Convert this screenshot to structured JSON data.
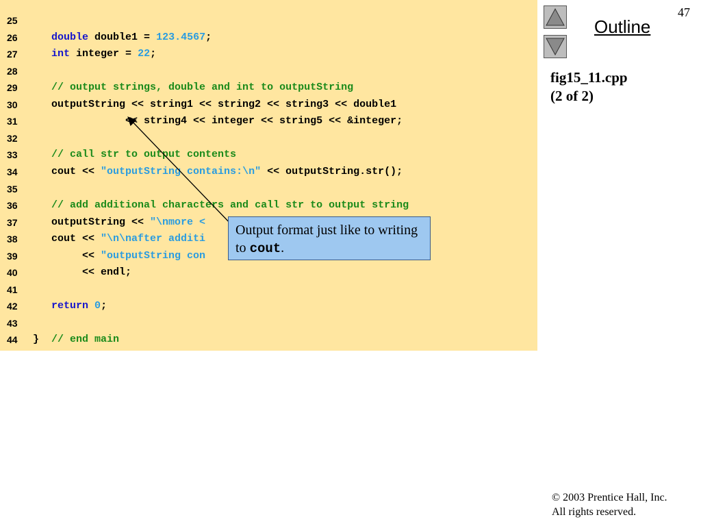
{
  "slide": {
    "page_number": "47",
    "outline_label": "Outline",
    "file_name": "fig15_11.cpp",
    "part_label": "(2 of 2)",
    "copyright_symbol": "©",
    "copyright_text": " 2003 Prentice Hall, Inc.",
    "rights_text": "All rights reserved."
  },
  "navigation": {
    "up_icon": "triangle-up-icon",
    "down_icon": "triangle-down-icon"
  },
  "code": {
    "lines": [
      {
        "n": "25",
        "tokens": []
      },
      {
        "n": "26",
        "tokens": [
          [
            "t",
            "   "
          ],
          [
            "kw",
            "double"
          ],
          [
            "t",
            " double1 = "
          ],
          [
            "num",
            "123.4567"
          ],
          [
            "t",
            ";"
          ]
        ]
      },
      {
        "n": "27",
        "tokens": [
          [
            "t",
            "   "
          ],
          [
            "kw",
            "int"
          ],
          [
            "t",
            " integer = "
          ],
          [
            "num",
            "22"
          ],
          [
            "t",
            ";"
          ]
        ]
      },
      {
        "n": "28",
        "tokens": []
      },
      {
        "n": "29",
        "tokens": [
          [
            "t",
            "   "
          ],
          [
            "cmt",
            "// output strings, double and int to outputString"
          ]
        ]
      },
      {
        "n": "30",
        "tokens": [
          [
            "t",
            "   outputString << string1 << string2 << string3 << double1"
          ]
        ]
      },
      {
        "n": "31",
        "tokens": [
          [
            "t",
            "               << string4 << integer << string5 << &integer;"
          ]
        ]
      },
      {
        "n": "32",
        "tokens": []
      },
      {
        "n": "33",
        "tokens": [
          [
            "t",
            "   "
          ],
          [
            "cmt",
            "// call str to output contents"
          ]
        ]
      },
      {
        "n": "34",
        "tokens": [
          [
            "t",
            "   cout << "
          ],
          [
            "str",
            "\"outputString contains:\\n\""
          ],
          [
            "t",
            " << outputString.str();"
          ]
        ]
      },
      {
        "n": "35",
        "tokens": []
      },
      {
        "n": "36",
        "tokens": [
          [
            "t",
            "   "
          ],
          [
            "cmt",
            "// add additional characters and call str to output string"
          ]
        ]
      },
      {
        "n": "37",
        "tokens": [
          [
            "t",
            "   outputString << "
          ],
          [
            "str",
            "\"\\nmore <"
          ]
        ]
      },
      {
        "n": "38",
        "tokens": [
          [
            "t",
            "   cout << "
          ],
          [
            "str",
            "\"\\n\\nafter additi"
          ]
        ]
      },
      {
        "n": "39",
        "tokens": [
          [
            "t",
            "        << "
          ],
          [
            "str",
            "\"outputString con"
          ],
          [
            "t",
            "                                 ()"
          ]
        ]
      },
      {
        "n": "40",
        "tokens": [
          [
            "t",
            "        << endl;"
          ]
        ]
      },
      {
        "n": "41",
        "tokens": []
      },
      {
        "n": "42",
        "tokens": [
          [
            "t",
            "   "
          ],
          [
            "kw",
            "return"
          ],
          [
            "t",
            " "
          ],
          [
            "num",
            "0"
          ],
          [
            "t",
            ";"
          ]
        ]
      },
      {
        "n": "43",
        "tokens": []
      },
      {
        "n": "44",
        "tokens": [
          [
            "t",
            "}  "
          ],
          [
            "cmt",
            "// end main"
          ]
        ]
      }
    ]
  },
  "callout": {
    "text_before": "Output format just like to writing to ",
    "code_word": "cout",
    "text_after": "."
  },
  "colors": {
    "code_background": "#ffe6a0",
    "keyword": "#1515cc",
    "literal": "#2a9ce0",
    "comment": "#1a8a1a",
    "callout_background": "#9ec8f0"
  }
}
